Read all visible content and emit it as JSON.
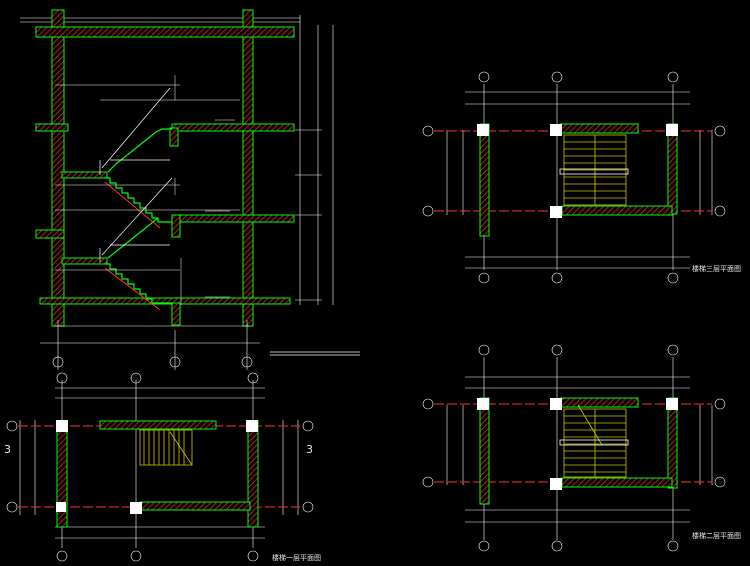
{
  "drawing": {
    "section_marks": {
      "left": "3",
      "right": "3"
    },
    "plan_titles": {
      "plan_1": "楼梯一层平面图",
      "plan_2": "楼梯二层平面图",
      "plan_3": "楼梯三层平面图"
    }
  },
  "colors": {
    "background": "#000000",
    "wall_outline": "#00ff00",
    "wall_hatch": "#ff2a2a",
    "axis_line": "#ff3030",
    "dimension": "#ffffff",
    "stair_tread": "#c8c800",
    "column": "#ffffff"
  }
}
